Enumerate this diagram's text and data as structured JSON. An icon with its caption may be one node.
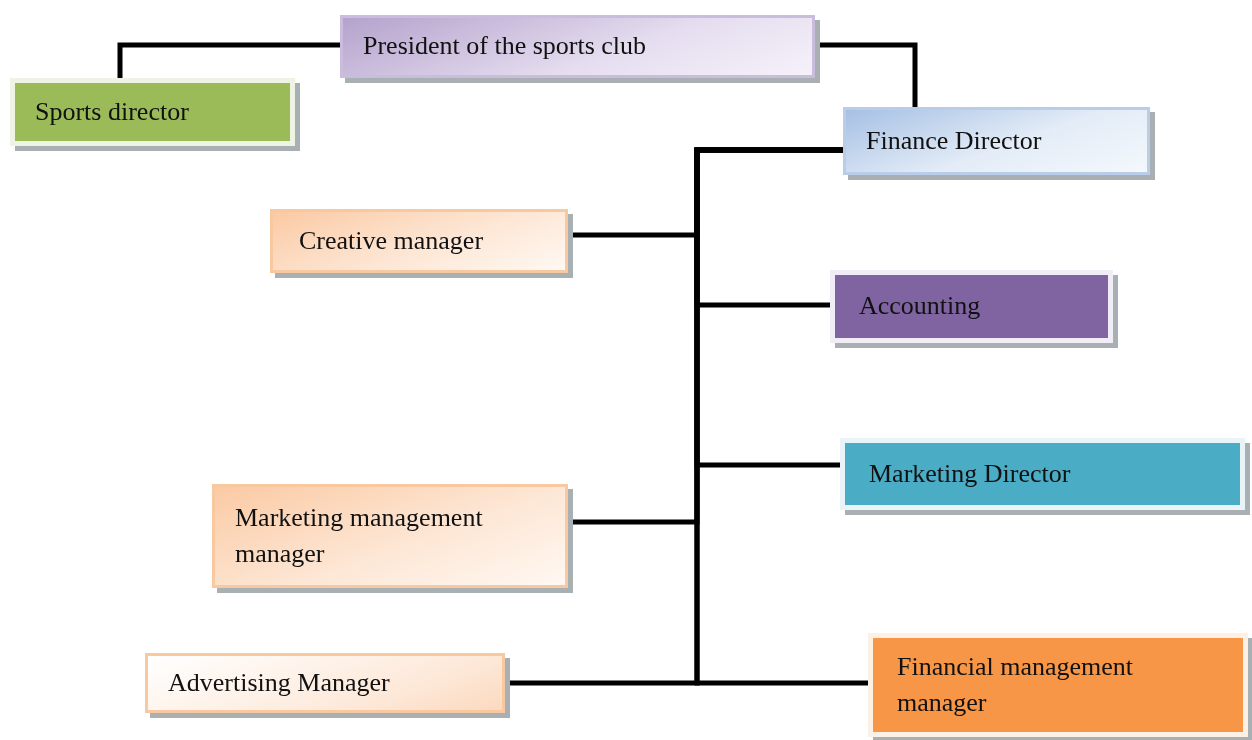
{
  "diagram": {
    "nodes": [
      {
        "text": [
          "President of the sports club"
        ]
      },
      {
        "text": [
          "Sports director"
        ]
      },
      {
        "text": [
          "Finance Director"
        ]
      },
      {
        "text": [
          "Creative manager"
        ]
      },
      {
        "text": [
          "Accounting"
        ]
      },
      {
        "text": [
          "Marketing Director"
        ]
      },
      {
        "text": [
          "Marketing management manager"
        ]
      },
      {
        "text": [
          "Advertising Manager"
        ]
      },
      {
        "text": [
          "Financial management manager"
        ]
      }
    ],
    "edges": [
      {
        "from": 0,
        "to": 1,
        "arrow": "none"
      },
      {
        "from": 0,
        "to": 2,
        "arrow": "none"
      },
      {
        "from": 2,
        "to": 3,
        "arrow": "none"
      },
      {
        "from": 2,
        "to": 4,
        "arrow": "none"
      },
      {
        "from": 2,
        "to": 5,
        "arrow": "none"
      },
      {
        "from": 2,
        "to": 6,
        "arrow": "none"
      },
      {
        "from": 2,
        "to": 7,
        "arrow": "none"
      },
      {
        "from": 2,
        "to": 8,
        "arrow": "none"
      }
    ]
  }
}
